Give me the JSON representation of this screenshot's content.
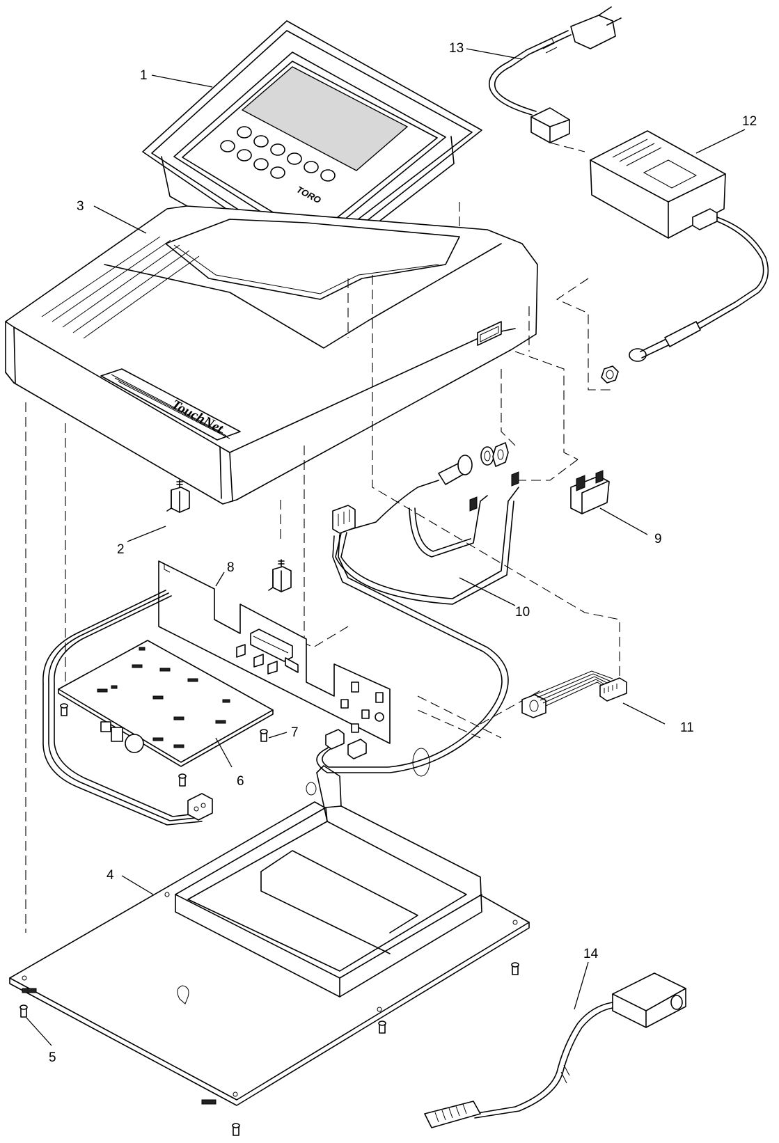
{
  "diagram": {
    "brand_label": "TouchNet",
    "logo_label": "TORO",
    "callouts": [
      "1",
      "2",
      "3",
      "4",
      "5",
      "6",
      "7",
      "8",
      "9",
      "10",
      "11",
      "12",
      "13",
      "14"
    ]
  }
}
